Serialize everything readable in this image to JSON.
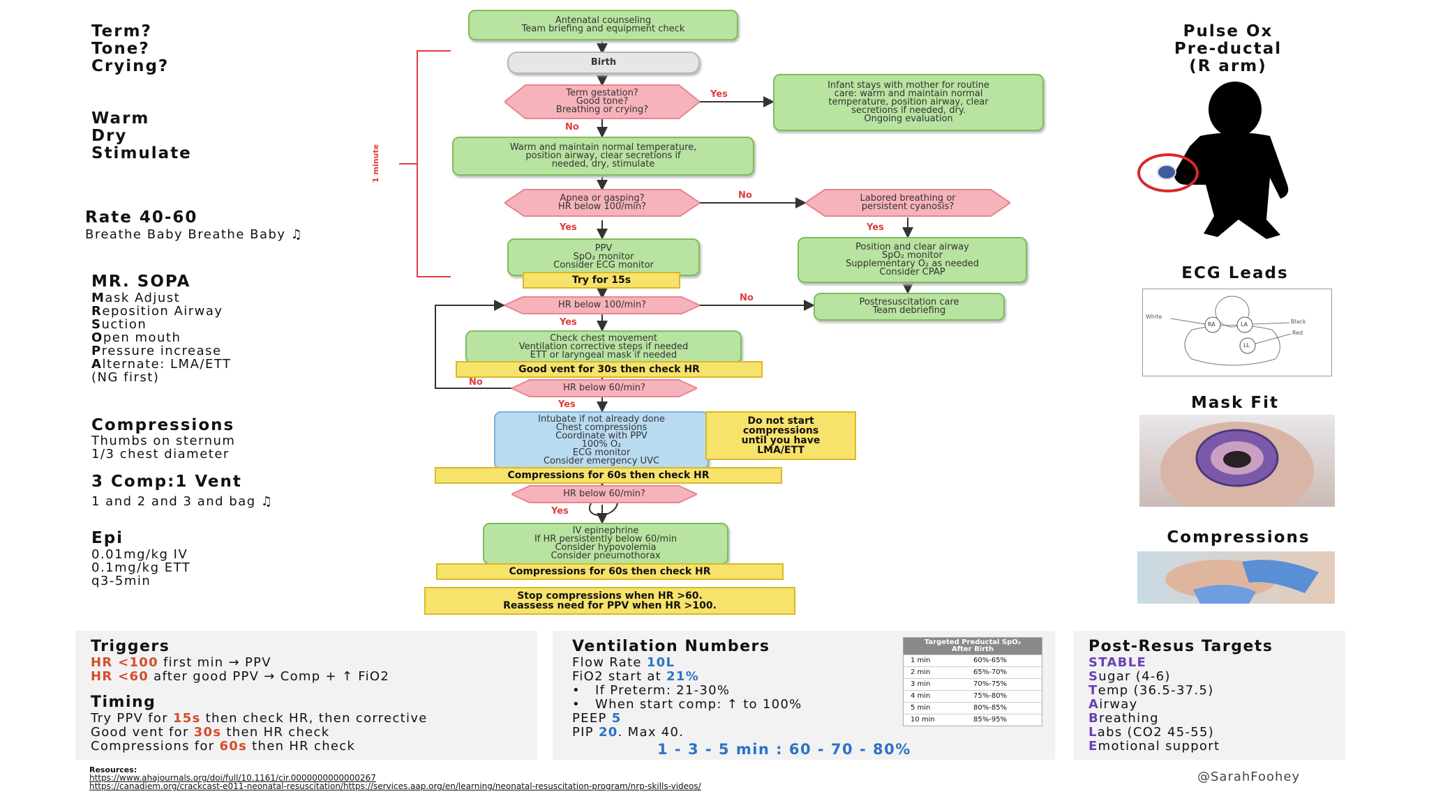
{
  "left": {
    "initial_questions": "Term?\nTone?\nCrying?",
    "initial_steps": "Warm\nDry\nStimulate",
    "rate_title": "Rate 40-60",
    "rate_sub": "Breathe Baby Breathe Baby ♫",
    "mrsopa_title": "MR. SOPA",
    "mrsopa_items": [
      {
        "first": "M",
        "rest": "ask Adjust"
      },
      {
        "first": "R",
        "rest": "eposition Airway"
      },
      {
        "first": "S",
        "rest": "uction"
      },
      {
        "first": "O",
        "rest": "pen mouth"
      },
      {
        "first": "P",
        "rest": "ressure increase"
      },
      {
        "first": "A",
        "rest": "lternate: LMA/ETT"
      },
      {
        "first": "",
        "rest": "(NG first)"
      }
    ],
    "compressions_title": "Compressions",
    "compressions_text": "Thumbs on sternum\n1/3 chest diameter",
    "ratio_title": "3 Comp:1 Vent",
    "ratio_sub": "1 and 2 and 3 and bag ♫",
    "epi_title": "Epi",
    "epi_text": "0.01mg/kg IV\n0.1mg/kg ETT\nq3-5min"
  },
  "flow": {
    "one_minute": "1 minute",
    "antenatal": "Antenatal counseling\nTeam briefing and equipment check",
    "birth": "Birth",
    "d_term": "Term gestation?\nGood tone?\nBreathing or crying?",
    "infant_stays": "Infant stays with mother for routine\ncare: warm and maintain normal\ntemperature, position airway, clear\nsecretions if needed, dry.\nOngoing evaluation",
    "warm_box": "Warm and maintain normal temperature,\nposition airway, clear secretions if\nneeded, dry, stimulate",
    "d_apnea": "Apnea or gasping?\nHR below 100/min?",
    "d_labored": "Labored breathing or\npersistent cyanosis?",
    "ppv_box": "PPV\nSpO₂ monitor\nConsider ECG monitor",
    "position_box": "Position and clear airway\nSpO₂ monitor\nSupplementary O₂ as needed\nConsider CPAP",
    "try15": "Try for 15s",
    "d_hr100": "HR below 100/min?",
    "postresus": "Postresuscitation care\nTeam debriefing",
    "chest_box": "Check chest movement\nVentilation corrective steps if needed\nETT or laryngeal mask if needed",
    "goodvent": "Good vent for 30s then check HR",
    "d_hr60a": "HR below 60/min?",
    "intubate_box": "Intubate if not already done\nChest compressions\nCoordinate with PPV\n100% O₂\nECG monitor\nConsider emergency UVC",
    "dont_start": "Do not start\ncompressions\nuntil you have\nLMA/ETT",
    "comp60a": "Compressions for 60s then check HR",
    "d_hr60b": "HR below 60/min?",
    "epi_box": "IV epinephrine\nIf HR persistently below 60/min\nConsider hypovolemia\nConsider pneumothorax",
    "comp60b": "Compressions for 60s then check HR",
    "stop": "Stop compressions when HR >60.\nReassess need for PPV when HR >100.",
    "yes": "Yes",
    "no": "No"
  },
  "right": {
    "pulse_ox": "Pulse Ox\nPre-ductal\n(R arm)",
    "ecg_title": "ECG Leads",
    "ecg_labels": {
      "white": "White",
      "black": "Black",
      "red": "Red",
      "ra": "RA",
      "la": "LA",
      "ll": "LL"
    },
    "mask_title": "Mask Fit",
    "comp_title": "Compressions"
  },
  "triggers": {
    "title": "Triggers",
    "line1_red": "HR <100",
    "line1_rest": " first min → PPV",
    "line2_red": "HR <60",
    "line2_rest": " after good PPV → Comp + ↑ FiO2",
    "timing_title": "Timing",
    "t1a": "Try PPV for ",
    "t1b": "15s",
    "t1c": " then check HR, then corrective",
    "t2a": "Good vent for ",
    "t2b": "30s",
    "t2c": " then HR check",
    "t3a": "Compressions for ",
    "t3b": "60s",
    "t3c": " then HR check"
  },
  "ventilation": {
    "title": "Ventilation Numbers",
    "flow_a": "Flow Rate ",
    "flow_b": "10L",
    "fio2_a": "FiO2 start at ",
    "fio2_b": "21%",
    "bullet1": "If Preterm: 21-30%",
    "bullet2": "When start comp: ↑ to 100%",
    "peep_a": "PEEP ",
    "peep_b": "5",
    "pip_a": "PIP ",
    "pip_b": "20",
    "pip_c": ". Max 40.",
    "summary": "1 - 3 - 5 min : 60 - 70 - 80%",
    "table_header": "Targeted Preductal SpO₂\nAfter Birth",
    "table_rows": [
      [
        "1 min",
        "60%-65%"
      ],
      [
        "2 min",
        "65%-70%"
      ],
      [
        "3 min",
        "70%-75%"
      ],
      [
        "4 min",
        "75%-80%"
      ],
      [
        "5 min",
        "80%-85%"
      ],
      [
        "10 min",
        "85%-95%"
      ]
    ]
  },
  "postresus": {
    "title": "Post-Resus Targets",
    "stable": "STABLE",
    "items": [
      {
        "first": "S",
        "rest": "ugar (4-6)"
      },
      {
        "first": "T",
        "rest": "emp (36.5-37.5)"
      },
      {
        "first": "A",
        "rest": "irway"
      },
      {
        "first": "B",
        "rest": "reathing"
      },
      {
        "first": "L",
        "rest": "abs (CO2 45-55)"
      },
      {
        "first": "E",
        "rest": "motional support"
      }
    ]
  },
  "footer": {
    "resources_label": "Resources:",
    "link1": "https://www.ahajournals.org/doi/full/10.1161/cir.0000000000000267",
    "link2": "https://canadiem.org/crackcast-e011-neonatal-resuscitation/https://services.aap.org/en/learning/neonatal-resuscitation-program/nrp-skills-videos/",
    "handle": "@SarahFoohey"
  },
  "colors": {
    "green": "#b9e3a0",
    "pink": "#f7b3bb",
    "yellow": "#f7e26b",
    "red": "#e23b3b",
    "blue_box": "#b9dbf2"
  }
}
